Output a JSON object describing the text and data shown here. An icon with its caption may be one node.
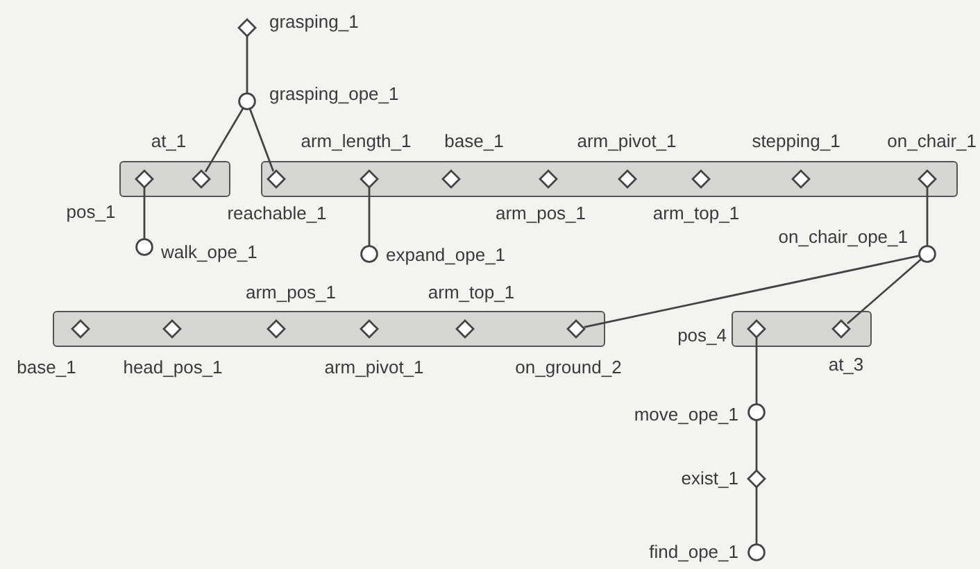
{
  "diagram": {
    "nodes": [
      {
        "text": [],
        "shape": "diamond",
        "beside": [
          "grasping_1"
        ]
      },
      {
        "text": [],
        "shape": "circle",
        "beside": [
          "grasping_ope_1"
        ]
      },
      {
        "text": [],
        "shape": "box"
      },
      {
        "text": [],
        "shape": "diamond",
        "beside": [
          "pos_1"
        ],
        "in": 2
      },
      {
        "text": [],
        "shape": "diamond",
        "beside": [
          "at_1"
        ],
        "in": 2
      },
      {
        "text": [],
        "shape": "circle",
        "beside": [
          "walk_ope_1"
        ]
      },
      {
        "text": [],
        "shape": "box"
      },
      {
        "text": [],
        "shape": "diamond",
        "beside": [
          "reachable_1"
        ],
        "in": 6
      },
      {
        "text": [],
        "shape": "diamond",
        "beside": [
          "arm_length_1"
        ],
        "in": 6
      },
      {
        "text": [],
        "shape": "diamond",
        "beside": [
          "base_1"
        ],
        "in": 6
      },
      {
        "text": [],
        "shape": "diamond",
        "beside": [
          "arm_pos_1"
        ],
        "in": 6
      },
      {
        "text": [],
        "shape": "diamond",
        "beside": [
          "arm_pivot_1"
        ],
        "in": 6
      },
      {
        "text": [],
        "shape": "diamond",
        "beside": [
          "arm_top_1"
        ],
        "in": 6
      },
      {
        "text": [],
        "shape": "diamond",
        "beside": [
          "stepping_1"
        ],
        "in": 6
      },
      {
        "text": [],
        "shape": "diamond",
        "beside": [
          "on_chair_1"
        ],
        "in": 6
      },
      {
        "text": [],
        "shape": "circle",
        "beside": [
          "expand_ope_1"
        ]
      },
      {
        "text": [],
        "shape": "circle",
        "beside": [
          "on_chair_ope_1"
        ]
      },
      {
        "text": [],
        "shape": "box"
      },
      {
        "text": [],
        "shape": "diamond",
        "beside": [
          "base_1"
        ],
        "in": 17
      },
      {
        "text": [],
        "shape": "diamond",
        "beside": [
          "head_pos_1"
        ],
        "in": 17
      },
      {
        "text": [],
        "shape": "diamond",
        "beside": [
          "arm_pos_1"
        ],
        "in": 17
      },
      {
        "text": [],
        "shape": "diamond",
        "beside": [
          "arm_pivot_1"
        ],
        "in": 17
      },
      {
        "text": [],
        "shape": "diamond",
        "beside": [
          "arm_top_1"
        ],
        "in": 17
      },
      {
        "text": [],
        "shape": "diamond",
        "beside": [
          "on_ground_2"
        ],
        "in": 17
      },
      {
        "text": [],
        "shape": "box"
      },
      {
        "text": [],
        "shape": "diamond",
        "beside": [
          "pos_4"
        ],
        "in": 24
      },
      {
        "text": [],
        "shape": "diamond",
        "beside": [
          "at_3"
        ],
        "in": 24
      },
      {
        "text": [],
        "shape": "circle",
        "beside": [
          "move_ope_1"
        ]
      },
      {
        "text": [],
        "shape": "diamond",
        "beside": [
          "exist_1"
        ]
      },
      {
        "text": [],
        "shape": "circle",
        "beside": [
          "find_ope_1"
        ]
      }
    ],
    "edges": [
      {
        "from": 0,
        "to": 1,
        "arrow": "none"
      },
      {
        "from": 1,
        "to": 4,
        "arrow": "none"
      },
      {
        "from": 1,
        "to": 7,
        "arrow": "none"
      },
      {
        "from": 3,
        "to": 5,
        "arrow": "none"
      },
      {
        "from": 8,
        "to": 15,
        "arrow": "none"
      },
      {
        "from": 14,
        "to": 16,
        "arrow": "none"
      },
      {
        "from": 16,
        "to": 23,
        "arrow": "none"
      },
      {
        "from": 16,
        "to": 26,
        "arrow": "none"
      },
      {
        "from": 25,
        "to": 27,
        "arrow": "none"
      },
      {
        "from": 27,
        "to": 28,
        "arrow": "none"
      },
      {
        "from": 28,
        "to": 29,
        "arrow": "none"
      }
    ]
  }
}
